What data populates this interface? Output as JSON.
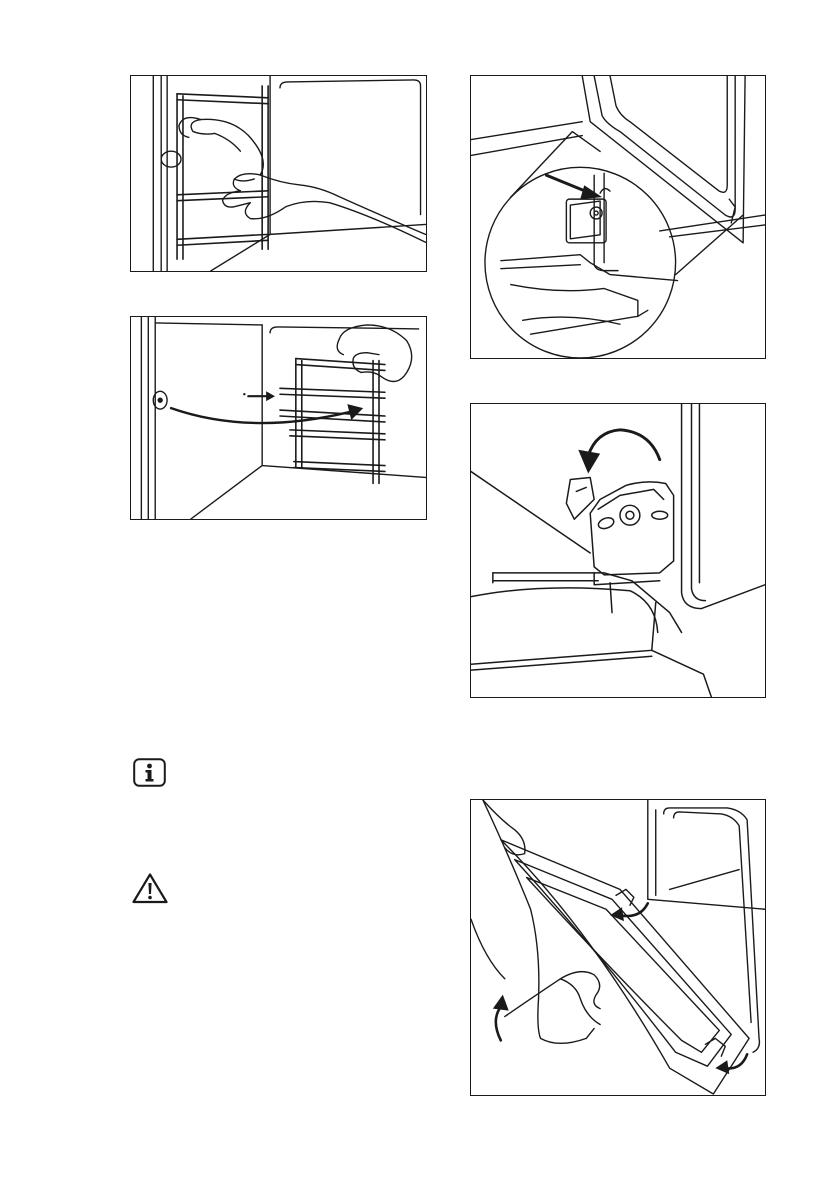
{
  "page": {
    "figures": [
      {
        "id": "fig-remove-shelf-support-front",
        "depicts": "hand-pulling-shelf-support-from-oven-wall"
      },
      {
        "id": "fig-remove-shelf-support-rear",
        "depicts": "shelf-support-pivoting-out-with-curved-arrow"
      },
      {
        "id": "fig-door-hinge-open",
        "depicts": "magnified-hinge-lever-with-arrow"
      },
      {
        "id": "fig-hinge-lever-lift",
        "depicts": "hinge-lever-rotated-with-curved-arrow"
      },
      {
        "id": "fig-door-lift-off",
        "depicts": "hands-lifting-door-off-hinges"
      }
    ],
    "icons": {
      "info": "info-icon",
      "warning": "warning-triangle-icon"
    },
    "colors": {
      "line": "#1a1a1a",
      "background": "#ffffff"
    }
  }
}
